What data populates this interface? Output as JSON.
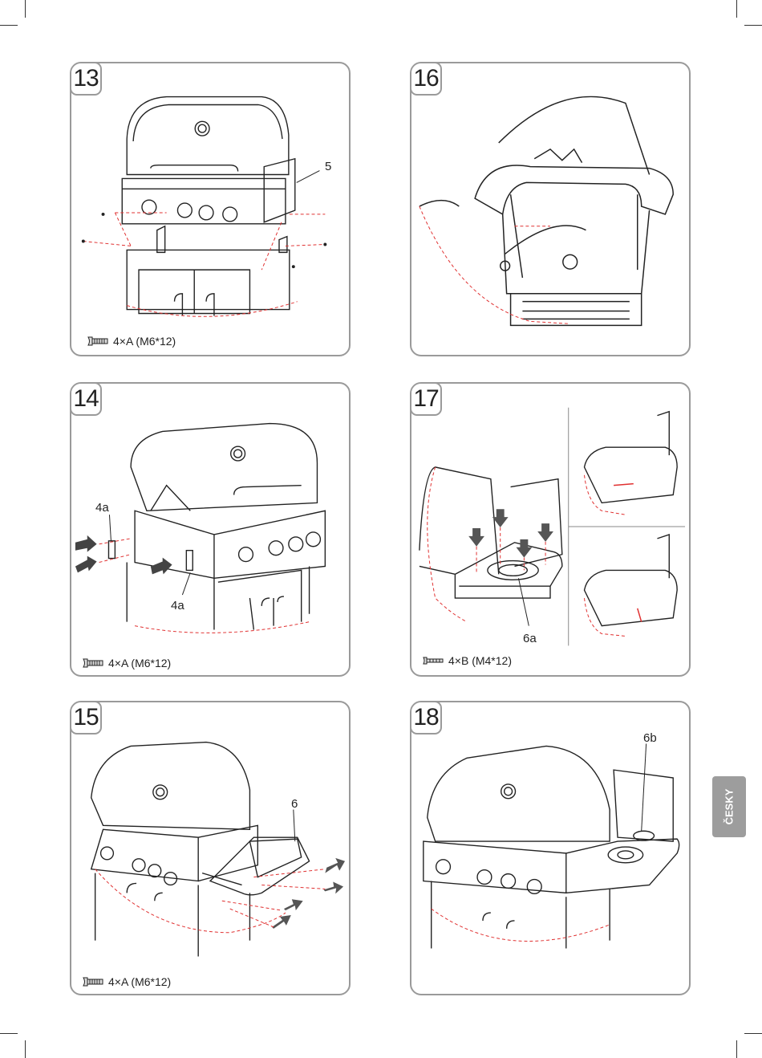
{
  "steps": [
    {
      "number": "13",
      "callouts": [
        "5"
      ],
      "screw": "4×A (M6*12)"
    },
    {
      "number": "16",
      "callouts": [],
      "screw": ""
    },
    {
      "number": "14",
      "callouts": [
        "4a",
        "4a"
      ],
      "screw": "4×A (M6*12)"
    },
    {
      "number": "17",
      "callouts": [
        "6a"
      ],
      "screw": "4×B (M4*12)"
    },
    {
      "number": "15",
      "callouts": [
        "6"
      ],
      "screw": "4×A (M6*12)"
    },
    {
      "number": "18",
      "callouts": [
        "6b"
      ],
      "screw": ""
    }
  ],
  "side_tab": {
    "label": "ČESKY",
    "color": "#9d9d9d"
  },
  "colors": {
    "frame": "#9a9a9a",
    "dash": "#e03030",
    "line": "#222222"
  }
}
